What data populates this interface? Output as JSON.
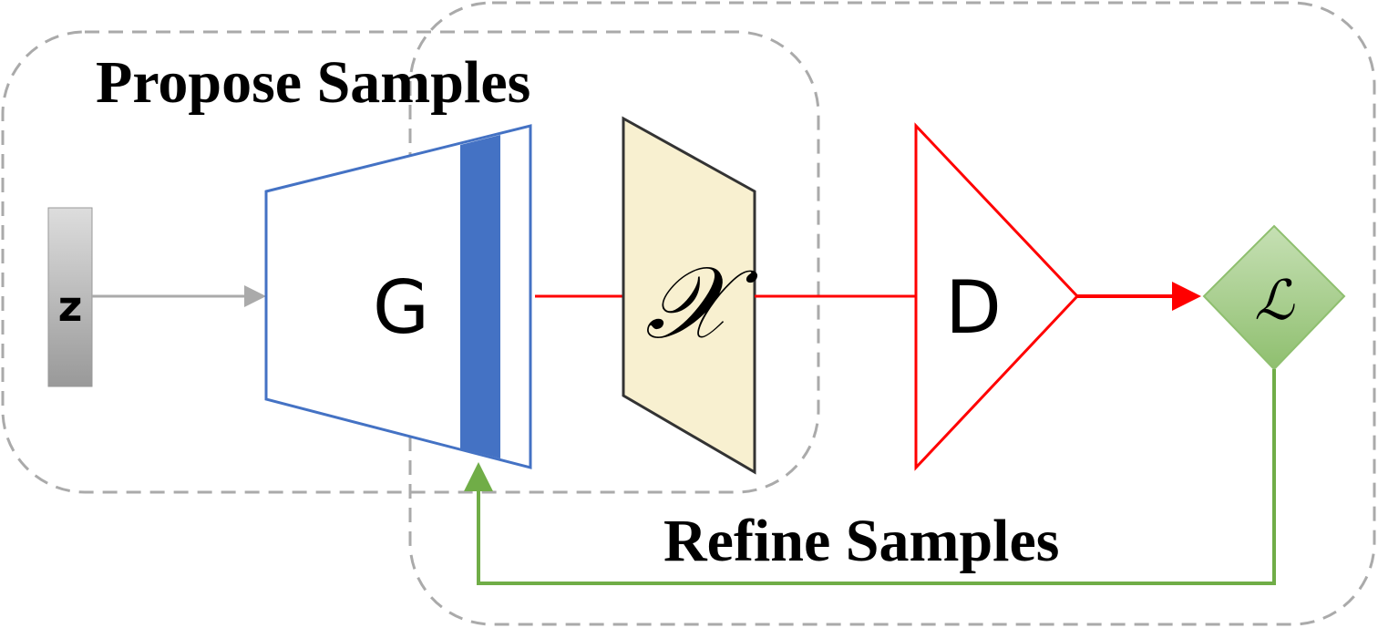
{
  "groups": {
    "propose": "Propose Samples",
    "refine": "Refine Samples"
  },
  "nodes": {
    "z": "z",
    "generator": "G",
    "sample": "𝒳",
    "discriminator": "D",
    "loss": "ℒ"
  },
  "colors": {
    "generator": "#4472c4",
    "discriminator": "#ff0000",
    "feedback": "#70ad47",
    "dashed": "#aaaaaa"
  }
}
